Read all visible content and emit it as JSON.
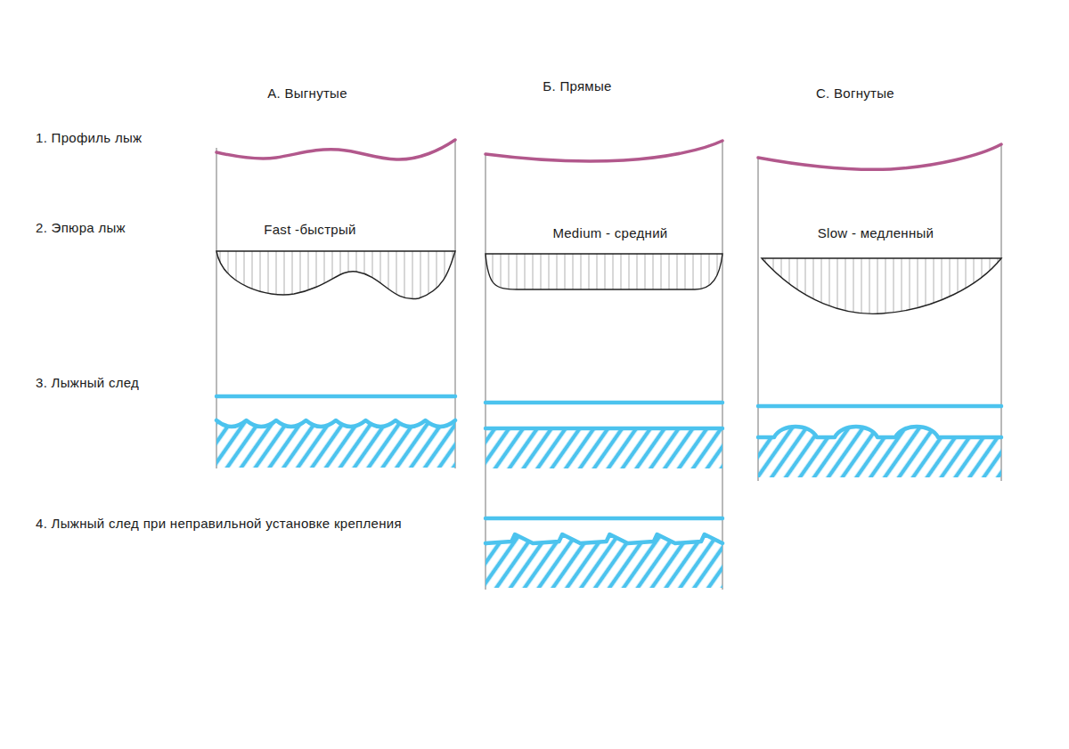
{
  "diagram": {
    "labels": [
      "А. Выгнутые",
      "Б. Прямые",
      "С. Вогнутые",
      "1. Профиль лыж",
      "2. Эпюра лыж",
      "3. Лыжный след",
      "4. Лыжный след при неправильной установке крепления",
      "Fast -быстрый",
      "Medium - средний",
      "Slow - медленный"
    ]
  }
}
